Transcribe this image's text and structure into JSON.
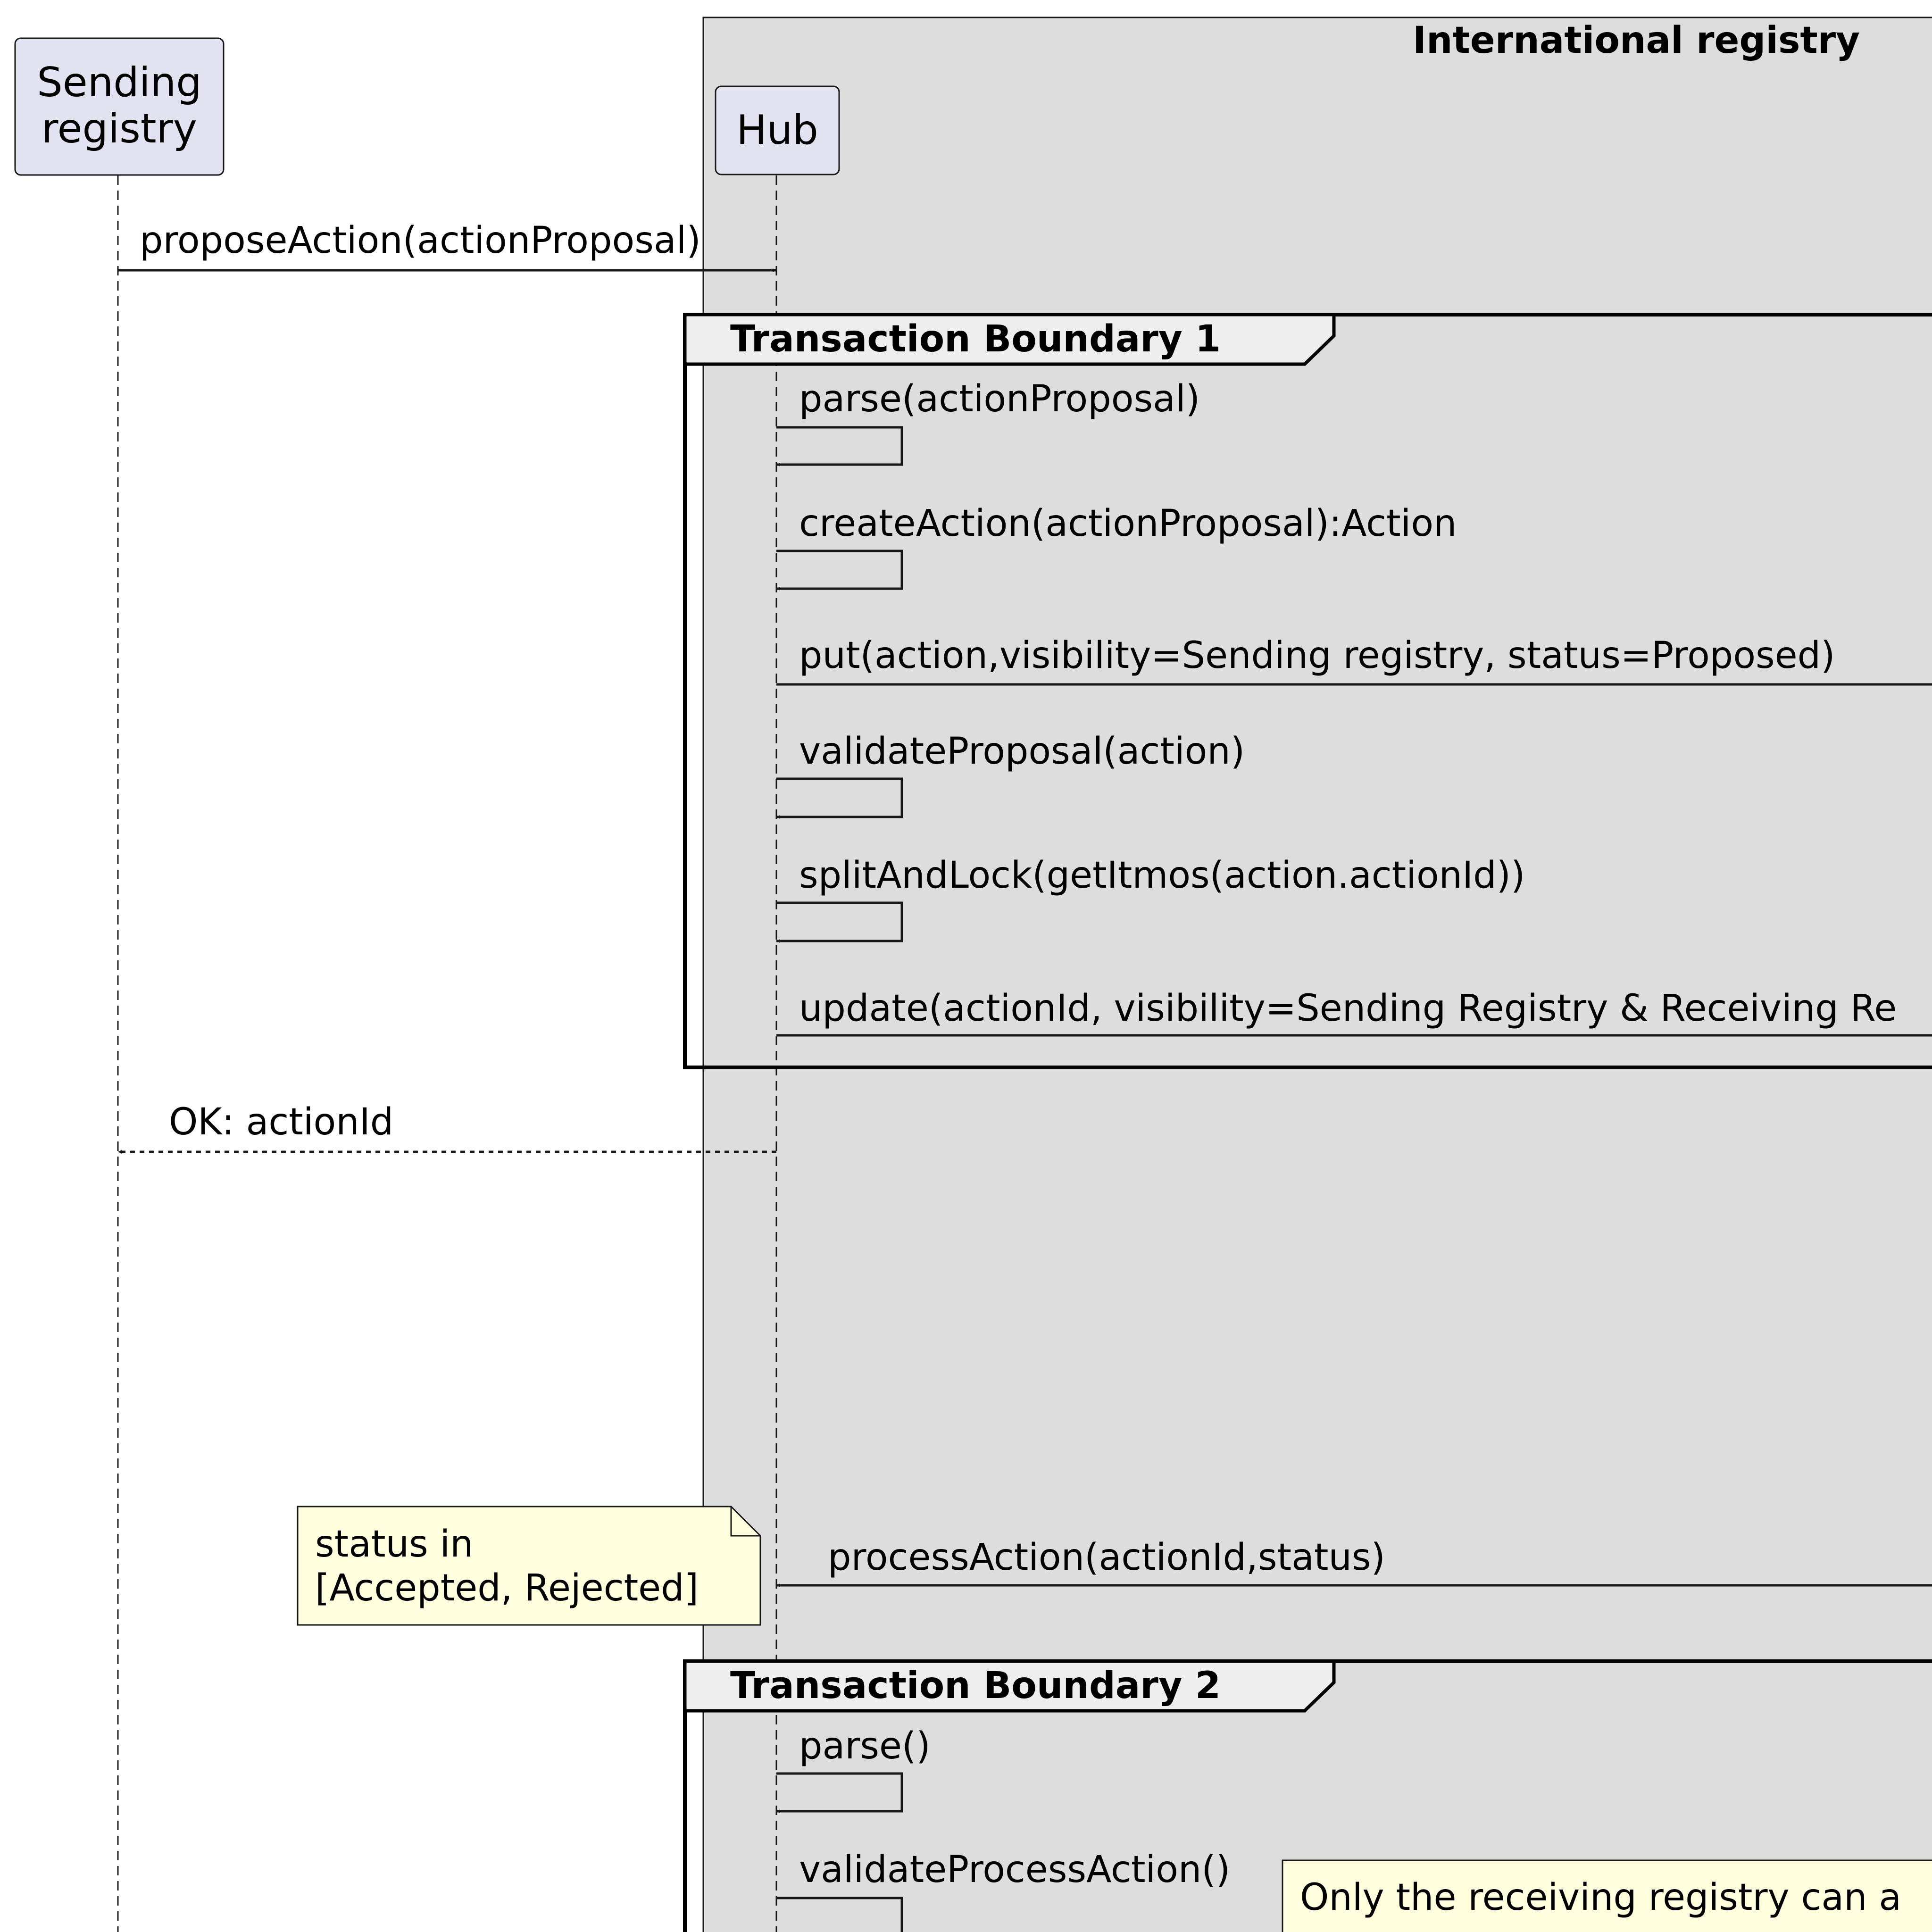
{
  "box": {
    "title": "International registry"
  },
  "participants": [
    {
      "lines": [
        "Sending",
        "registry"
      ]
    },
    {
      "lines": [
        "Hub"
      ]
    }
  ],
  "messages": {
    "propose": "proposeAction(actionProposal)",
    "parse1": "parse(actionProposal)",
    "create": "createAction(actionProposal):Action",
    "put": "put(action,visibility=Sending registry, status=Proposed)",
    "validate": "validateProposal(action)",
    "split": "splitAndLock(getItmos(action.actionId))",
    "update": "update(actionId, visibility=Sending Registry & Receiving Re",
    "ok": "OK: actionId",
    "process": "processAction(actionId,status)",
    "parse2": "parse()",
    "validate2": "validateProcessAction()"
  },
  "groups": {
    "tb1": "Transaction Boundary 1",
    "tb2": "Transaction Boundary 2"
  },
  "notes": {
    "status_lines": [
      "status in",
      "[Accepted, Rejected]"
    ],
    "only": "Only the receiving registry can a"
  },
  "colors": {
    "participant_fill": "#E2E2F0",
    "box_fill": "#DDDDDD",
    "group_header_fill": "#EEEEEE",
    "note_fill": "#FEFFDD"
  }
}
